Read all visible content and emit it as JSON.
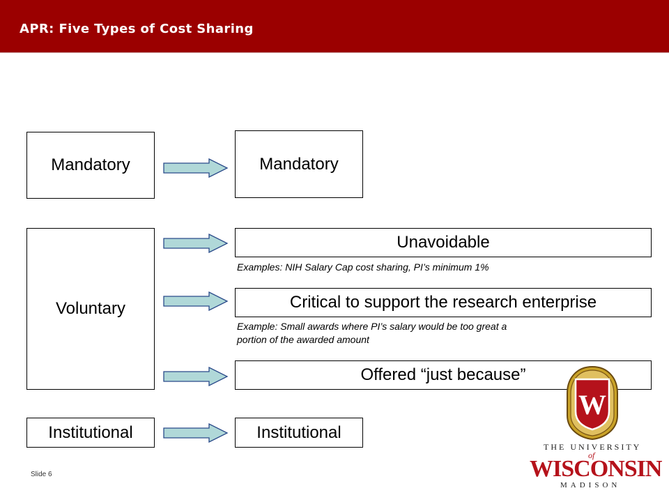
{
  "header": {
    "title": "APR: Five Types of Cost Sharing"
  },
  "left": {
    "mandatory": "Mandatory",
    "voluntary": "Voluntary",
    "institutional": "Institutional"
  },
  "right": {
    "mandatory": "Mandatory",
    "unavoidable": "Unavoidable",
    "unavoidable_example": "Examples: NIH Salary Cap cost sharing, PI’s minimum 1%",
    "critical": "Critical to support the research enterprise",
    "critical_example_line1": "Example: Small awards where PI’s salary would be too great a",
    "critical_example_line2": "portion of the awarded amount",
    "offered": "Offered “just because”",
    "institutional": "Institutional"
  },
  "footer": {
    "slide_number": "Slide 6"
  },
  "logo": {
    "crest_letter": "W",
    "line1": "THE UNIVERSITY",
    "line2": "of",
    "line3": "WISCONSIN",
    "line4": "MADISON"
  },
  "colors": {
    "header": "#9b0000",
    "arrow_fill": "#b0d8d8",
    "arrow_stroke": "#2a4a8a",
    "logo_red": "#b5121b"
  }
}
